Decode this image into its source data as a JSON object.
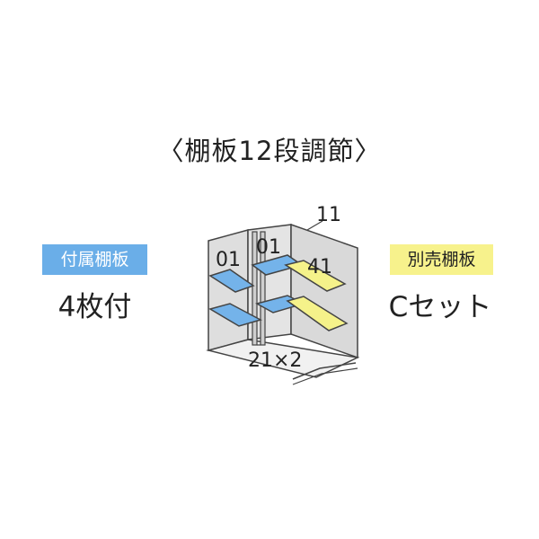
{
  "title": "〈棚板12段調節〉",
  "included_shelves": {
    "badge": "付属棚板",
    "value": "4枚付"
  },
  "sold_separately_shelves": {
    "badge": "別売棚板",
    "value": "Cセット"
  },
  "diagram": {
    "labels": {
      "left_top": "01",
      "center_top": "01",
      "top_right": "11",
      "right_shelf": "41",
      "bottom": "21×2"
    },
    "colors": {
      "included_shelf": "#74b3ea",
      "separate_shelf": "#f5f28a",
      "wall": "#e3e3e3",
      "outline": "#444444"
    }
  }
}
